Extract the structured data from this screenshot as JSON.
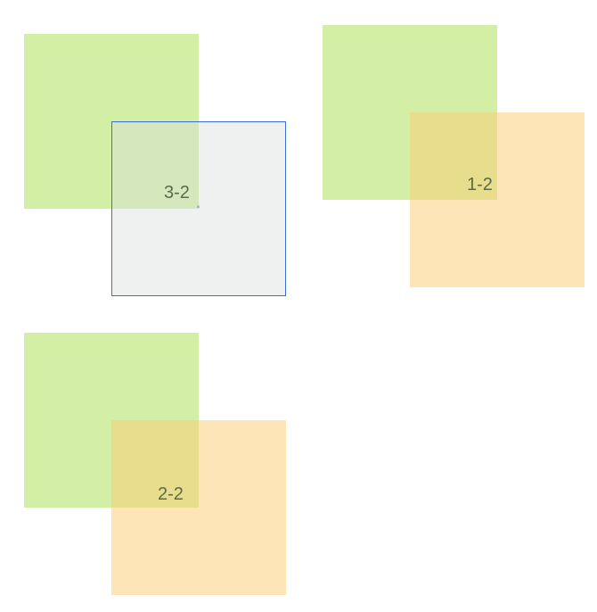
{
  "colors": {
    "green": "rgba(168, 224, 82, 0.52)",
    "peach": "rgba(252, 206, 118, 0.52)",
    "gray": "rgba(216, 220, 220, 0.42)",
    "selection": "#3b6fd8",
    "label_text": "#5b6a4a"
  },
  "groups": {
    "group_3_2": {
      "label": "3-2"
    },
    "group_1_2": {
      "label": "1-2"
    },
    "group_2_2": {
      "label": "2-2"
    }
  },
  "selection_anchor_glyph": "×"
}
